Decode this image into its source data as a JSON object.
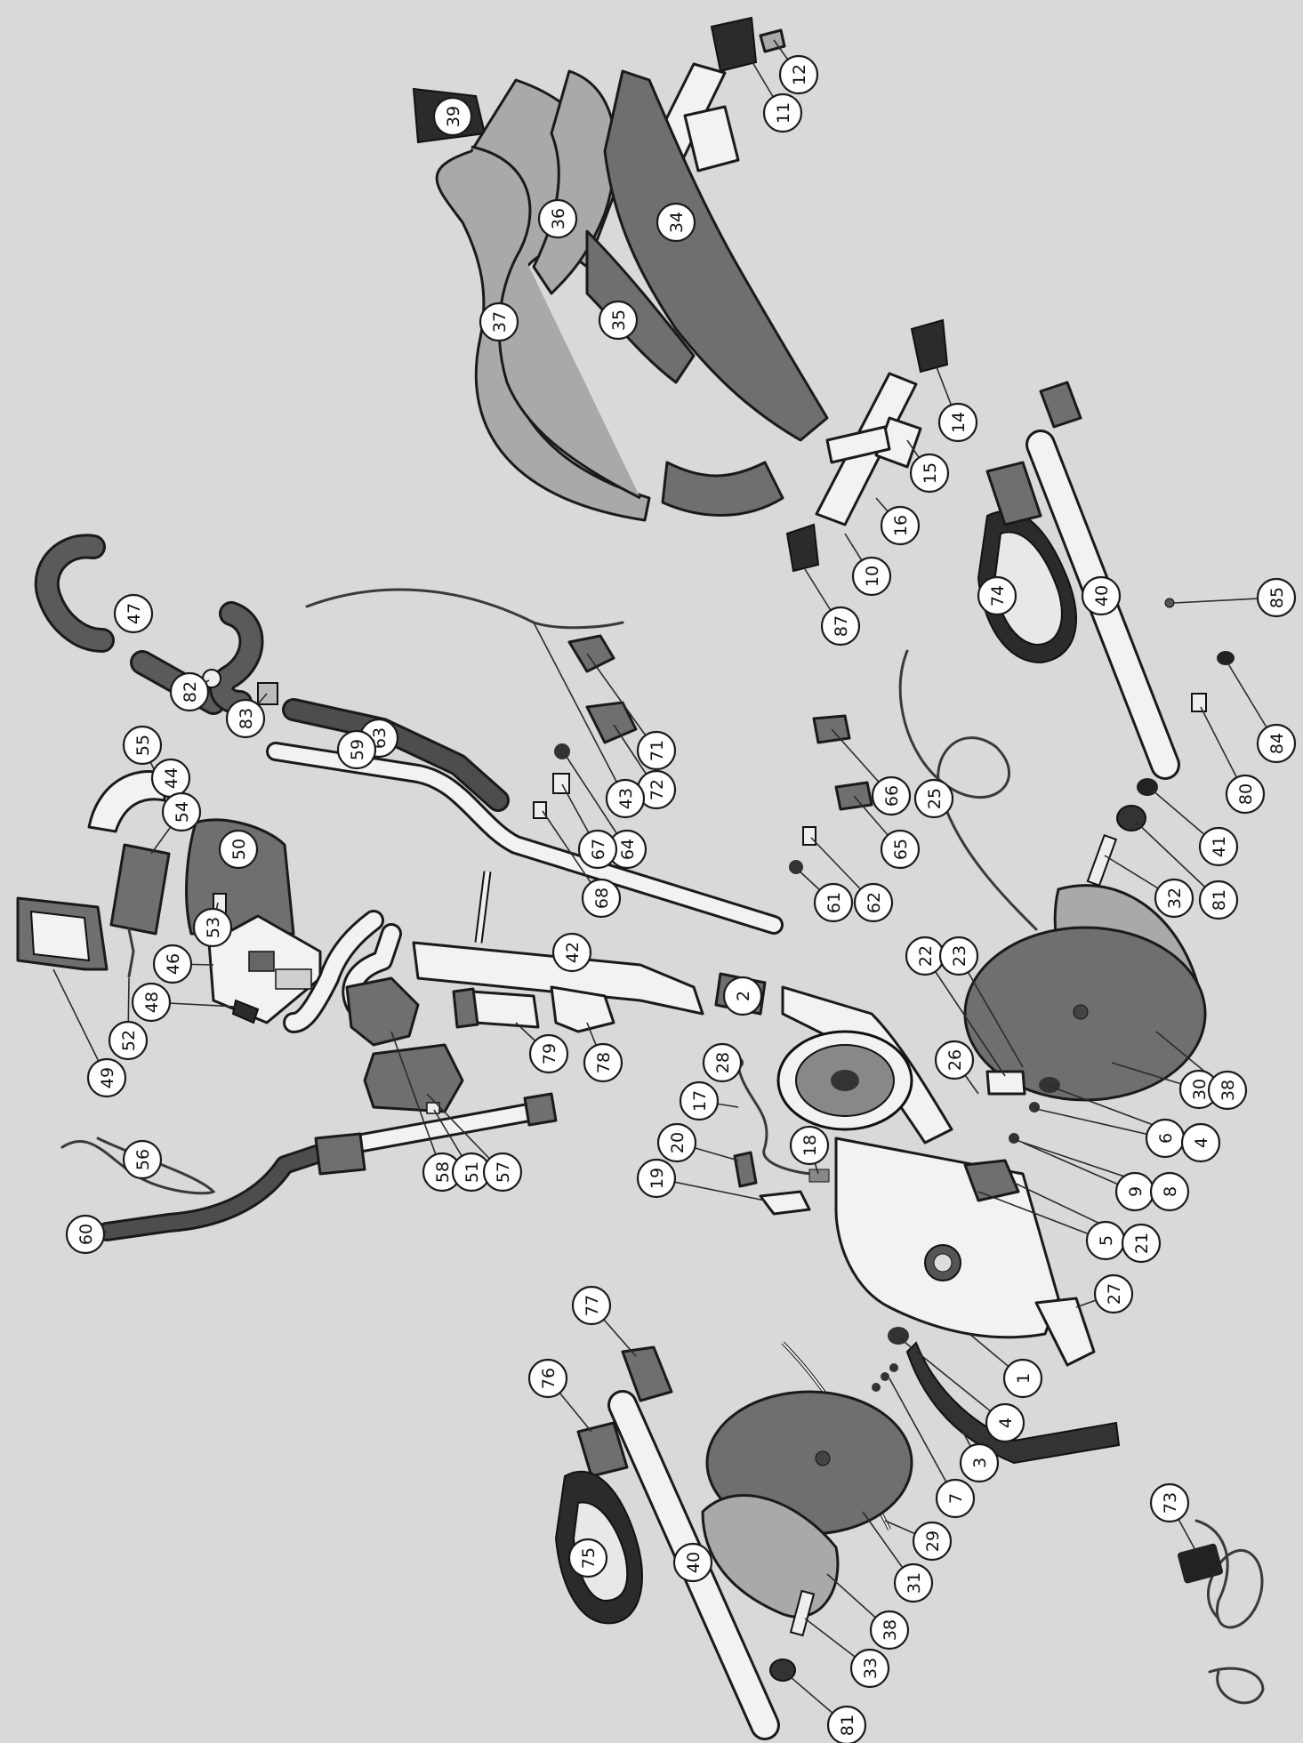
{
  "figure": {
    "colors": {
      "background": "#d9d9d9",
      "dark_part": "#6f6f6f",
      "mid_part": "#a9a9a9",
      "light_part": "#f2f2f2",
      "black_part": "#2b2b2b",
      "outline": "#1a1a1a"
    }
  },
  "callouts": [
    {
      "id": "c11",
      "label": "11"
    },
    {
      "id": "c12",
      "label": "12"
    },
    {
      "id": "c39",
      "label": "39"
    },
    {
      "id": "c36",
      "label": "36"
    },
    {
      "id": "c34",
      "label": "34"
    },
    {
      "id": "c37",
      "label": "37"
    },
    {
      "id": "c35",
      "label": "35"
    },
    {
      "id": "c14",
      "label": "14"
    },
    {
      "id": "c15",
      "label": "15"
    },
    {
      "id": "c16",
      "label": "16"
    },
    {
      "id": "c10",
      "label": "10"
    },
    {
      "id": "c87",
      "label": "87"
    },
    {
      "id": "c74",
      "label": "74"
    },
    {
      "id": "c40a",
      "label": "40"
    },
    {
      "id": "c85",
      "label": "85"
    },
    {
      "id": "c84",
      "label": "84"
    },
    {
      "id": "c80",
      "label": "80"
    },
    {
      "id": "c41",
      "label": "41"
    },
    {
      "id": "c81a",
      "label": "81"
    },
    {
      "id": "c32",
      "label": "32"
    },
    {
      "id": "c47",
      "label": "47"
    },
    {
      "id": "c82",
      "label": "82"
    },
    {
      "id": "c83",
      "label": "83"
    },
    {
      "id": "c63",
      "label": "63"
    },
    {
      "id": "c59",
      "label": "59"
    },
    {
      "id": "c55",
      "label": "55"
    },
    {
      "id": "c44",
      "label": "44"
    },
    {
      "id": "c54",
      "label": "54"
    },
    {
      "id": "c50",
      "label": "50"
    },
    {
      "id": "c53",
      "label": "53"
    },
    {
      "id": "c46",
      "label": "46"
    },
    {
      "id": "c48",
      "label": "48"
    },
    {
      "id": "c52",
      "label": "52"
    },
    {
      "id": "c49",
      "label": "49"
    },
    {
      "id": "c71",
      "label": "71"
    },
    {
      "id": "c72",
      "label": "72"
    },
    {
      "id": "c43",
      "label": "43"
    },
    {
      "id": "c64",
      "label": "64"
    },
    {
      "id": "c67",
      "label": "67"
    },
    {
      "id": "c68",
      "label": "68"
    },
    {
      "id": "c66",
      "label": "66"
    },
    {
      "id": "c65",
      "label": "65"
    },
    {
      "id": "c25",
      "label": "25"
    },
    {
      "id": "c61",
      "label": "61"
    },
    {
      "id": "c62",
      "label": "62"
    },
    {
      "id": "c42",
      "label": "42"
    },
    {
      "id": "c2",
      "label": "2"
    },
    {
      "id": "c79",
      "label": "79"
    },
    {
      "id": "c78",
      "label": "78"
    },
    {
      "id": "c58",
      "label": "58"
    },
    {
      "id": "c51",
      "label": "51"
    },
    {
      "id": "c57",
      "label": "57"
    },
    {
      "id": "c56",
      "label": "56"
    },
    {
      "id": "c60",
      "label": "60"
    },
    {
      "id": "c22",
      "label": "22"
    },
    {
      "id": "c23",
      "label": "23"
    },
    {
      "id": "c26",
      "label": "26"
    },
    {
      "id": "c30",
      "label": "30"
    },
    {
      "id": "c38a",
      "label": "38"
    },
    {
      "id": "c6",
      "label": "6"
    },
    {
      "id": "c4a",
      "label": "4"
    },
    {
      "id": "c28",
      "label": "28"
    },
    {
      "id": "c17",
      "label": "17"
    },
    {
      "id": "c20",
      "label": "20"
    },
    {
      "id": "c18",
      "label": "18"
    },
    {
      "id": "c19",
      "label": "19"
    },
    {
      "id": "c9",
      "label": "9"
    },
    {
      "id": "c8",
      "label": "8"
    },
    {
      "id": "c5",
      "label": "5"
    },
    {
      "id": "c21",
      "label": "21"
    },
    {
      "id": "c27",
      "label": "27"
    },
    {
      "id": "c1",
      "label": "1"
    },
    {
      "id": "c4b",
      "label": "4"
    },
    {
      "id": "c3",
      "label": "3"
    },
    {
      "id": "c7",
      "label": "7"
    },
    {
      "id": "c29",
      "label": "29"
    },
    {
      "id": "c31",
      "label": "31"
    },
    {
      "id": "c38b",
      "label": "38"
    },
    {
      "id": "c33",
      "label": "33"
    },
    {
      "id": "c81b",
      "label": "81"
    },
    {
      "id": "c77",
      "label": "77"
    },
    {
      "id": "c76",
      "label": "76"
    },
    {
      "id": "c75",
      "label": "75"
    },
    {
      "id": "c40b",
      "label": "40"
    },
    {
      "id": "c73",
      "label": "73"
    }
  ]
}
